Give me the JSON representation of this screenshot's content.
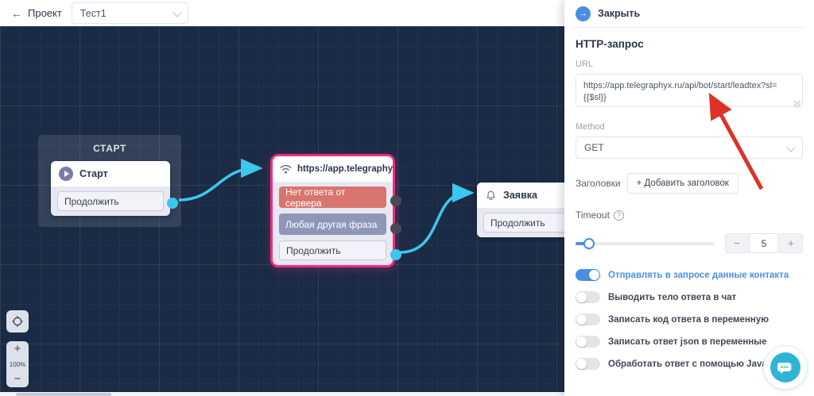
{
  "header": {
    "back_label": "Проект",
    "project_select": {
      "value": "Тест1"
    }
  },
  "canvas": {
    "start_group": {
      "title": "СТАРТ",
      "node": {
        "title": "Старт",
        "button": "Продолжить"
      }
    },
    "http_node": {
      "title": "https://app.telegraphyx....",
      "outputs": [
        {
          "label": "Нет ответа от сервера",
          "color": "#d8756f",
          "dot": "dark"
        },
        {
          "label": "Любая другая фраза",
          "color": "#9096ba",
          "dot": "dark"
        },
        {
          "label": "Продолжить",
          "color": "#f2f2f9",
          "dot": "cyan"
        }
      ]
    },
    "lead_node": {
      "title": "Заявка",
      "button": "Продолжить"
    },
    "zoom_controls": {
      "zoom_in": "+",
      "zoom_level": "100%",
      "zoom_out": "−"
    }
  },
  "panel": {
    "close_label": "Закрыть",
    "title": "HTTP-запрос",
    "url": {
      "label": "URL",
      "value": "https://app.telegraphyx.ru/api/bot/start/leadtex?sl={{$sl}}"
    },
    "method": {
      "label": "Method",
      "value": "GET"
    },
    "headers": {
      "label": "Заголовки",
      "add_button": "+ Добавить заголовок"
    },
    "timeout": {
      "label": "Timeout",
      "value": "5",
      "minus": "−",
      "plus": "+"
    },
    "toggles": [
      {
        "label": "Отправлять в запросе данные контакта",
        "on": true
      },
      {
        "label": "Выводить тело ответа в чат",
        "on": false
      },
      {
        "label": "Записать код ответа в переменную",
        "on": false
      },
      {
        "label": "Записать ответ json в переменные",
        "on": false
      },
      {
        "label": "Обработать ответ с помощью JavaScript",
        "on": false
      }
    ]
  },
  "colors": {
    "accent_blue": "#4a90e2",
    "selection_pink": "#ee2e7e",
    "wire_cyan": "#3bc8ec",
    "canvas_bg": "#1c2b45",
    "error_red": "#d8756f",
    "slate": "#9096ba",
    "annotation_red": "#dd3228",
    "chat_teal": "#2fb4d8"
  }
}
